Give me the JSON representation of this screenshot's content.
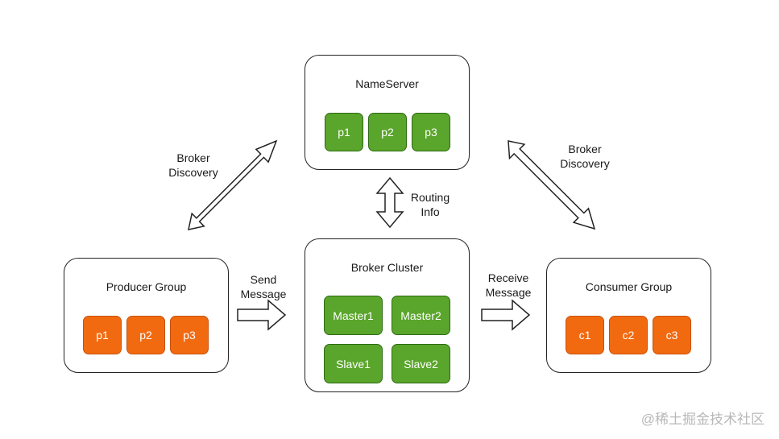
{
  "nameserver": {
    "title": "NameServer",
    "items": [
      "p1",
      "p2",
      "p3"
    ]
  },
  "producer": {
    "title": "Producer Group",
    "items": [
      "p1",
      "p2",
      "p3"
    ]
  },
  "broker": {
    "title": "Broker Cluster",
    "items": [
      "Master1",
      "Master2",
      "Slave1",
      "Slave2"
    ]
  },
  "consumer": {
    "title": "Consumer Group",
    "items": [
      "c1",
      "c2",
      "c3"
    ]
  },
  "edges": {
    "broker_discovery_left": "Broker\nDiscovery",
    "broker_discovery_right": "Broker\nDiscovery",
    "routing_info": "Routing\nInfo",
    "send_message": "Send\nMessage",
    "receive_message": "Receive\nMessage"
  },
  "watermark": "@稀土掘金技术社区",
  "colors": {
    "green": "#5aa52b",
    "orange": "#f26a10",
    "border": "#222222"
  }
}
